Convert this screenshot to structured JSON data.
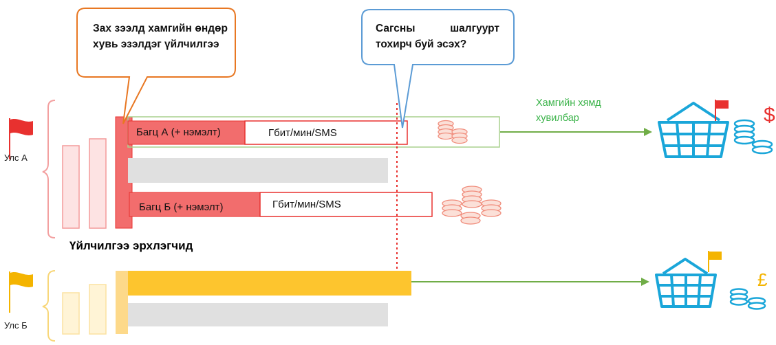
{
  "country_a": {
    "label": "Улс А",
    "color": "#e8312f",
    "currency_symbol": "$"
  },
  "country_b": {
    "label": "Улс Б",
    "color": "#f4b400",
    "currency_symbol": "£"
  },
  "callout_max_share": {
    "text": "Зах зээлд хамгийн өндөр хувь эзэлдэг үйлчилгээ"
  },
  "callout_basket_criteria": {
    "text": "Сагсны шалгуурт тохирч буй эсэх?"
  },
  "package_a": {
    "name": "Багц А (+ нэмэлт)",
    "allowance": "Гбит/мин/SMS"
  },
  "package_b": {
    "name": "Багц Б (+ нэмэлт)",
    "allowance": "Гбит/мин/SMS"
  },
  "operators_label": "Үйлчилгээ эрхлэгчид",
  "cheapest_option_label": "Хамгийн хямд хувилбар",
  "colors": {
    "callout_orange": "#e87722",
    "callout_blue": "#5b9bd5",
    "arrow_green": "#70ad47",
    "basket_blue": "#1aa6d9",
    "bar_grey": "#e0e0e0"
  }
}
